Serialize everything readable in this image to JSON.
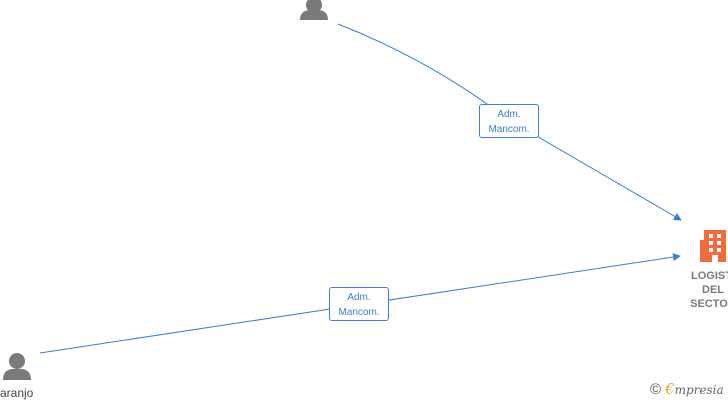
{
  "nodes": {
    "person_top": {
      "name": ""
    },
    "person_bottom": {
      "name": "aranjo"
    },
    "company": {
      "name_lines": [
        "LOGISTI",
        "DEL",
        "SECTOR"
      ]
    }
  },
  "edges": [
    {
      "from": "person_top",
      "to": "company",
      "label_line1": "Adm.",
      "label_line2": "Mancom."
    },
    {
      "from": "person_bottom",
      "to": "company",
      "label_line1": "Adm.",
      "label_line2": "Mancom."
    }
  ],
  "brand": {
    "copyright": "©",
    "logo_letter": "€",
    "logo_rest": "mpresia"
  },
  "colors": {
    "edge": "#3a7fd5",
    "company_icon": "#f26a3d",
    "person_icon": "#7a7a7a"
  }
}
